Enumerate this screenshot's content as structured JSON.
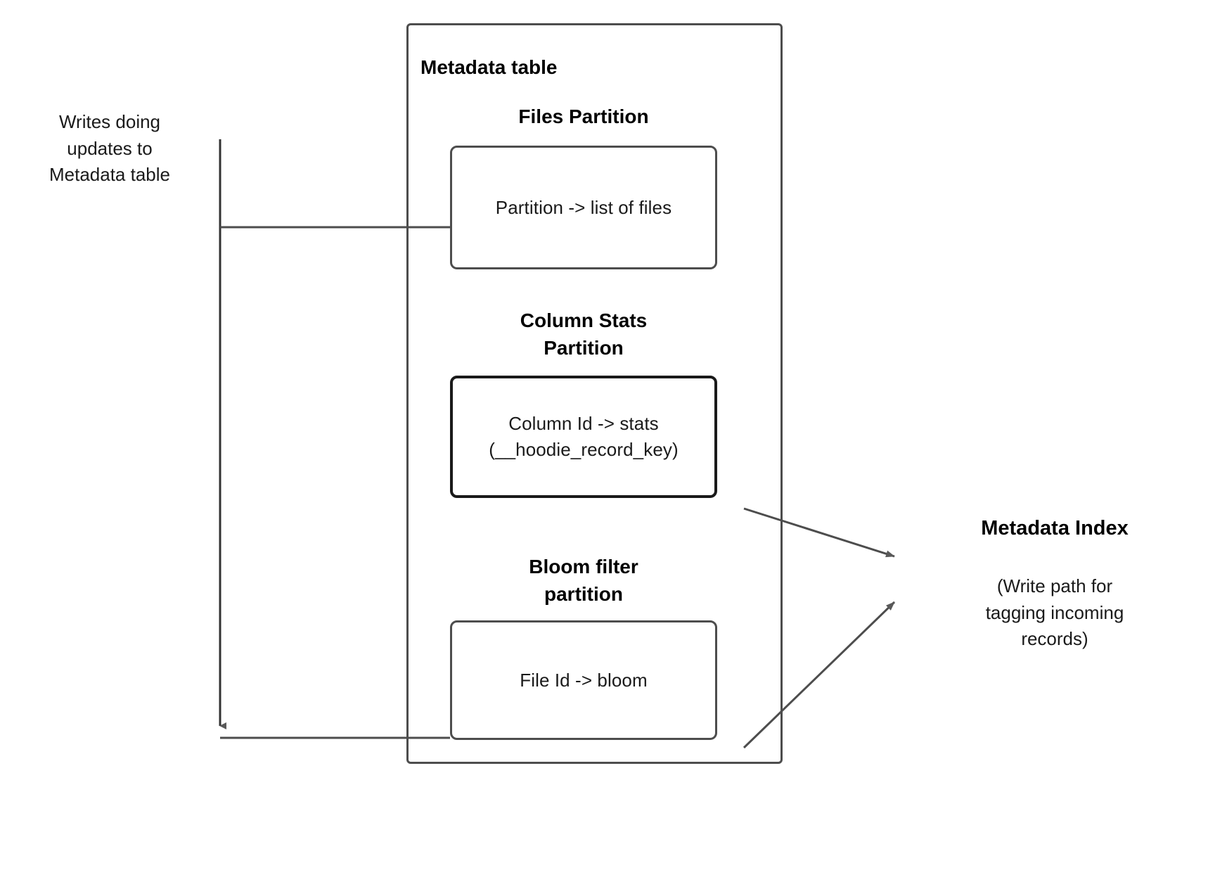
{
  "diagram": {
    "title": "Metadata table",
    "left_caption": [
      "Writes doing",
      "updates to",
      "Metadata table"
    ],
    "partitions": [
      {
        "title": "Files Partition",
        "body_lines": [
          "Partition -> list of files"
        ]
      },
      {
        "title_line1": "Column Stats",
        "title_line2": "Partition",
        "body_line1": "Column Id  -> stats",
        "body_line2": "(__hoodie_record_key)"
      },
      {
        "title_line1": "Bloom filter",
        "title_line2": "partition",
        "body_lines": [
          "File Id -> bloom"
        ]
      }
    ],
    "right": {
      "title": "Metadata Index",
      "sub_line1": "(Write path for",
      "sub_line2": "tagging incoming",
      "sub_line3": "records)"
    },
    "colors": {
      "stroke": "#4d4d4d",
      "stroke_strong": "#1a1a1a",
      "text": "#1a1a1a",
      "background": "#ffffff"
    }
  }
}
